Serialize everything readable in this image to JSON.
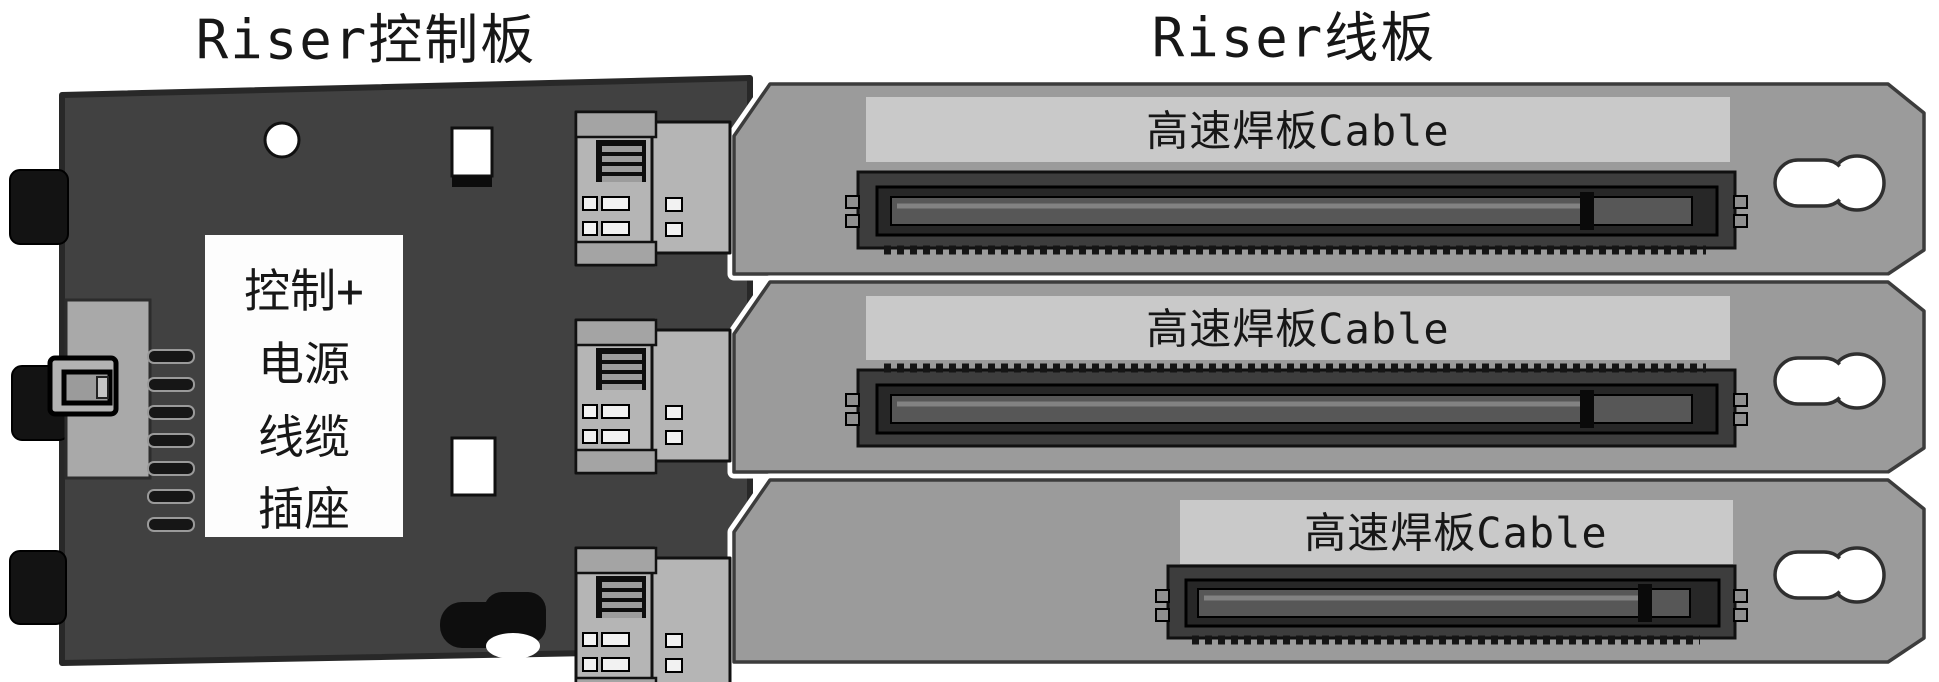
{
  "figure": {
    "title_left": "Riser控制板",
    "title_right": "Riser线板",
    "control_board": {
      "socket_label_lines": [
        "控制+",
        "电源",
        "线缆",
        "插座"
      ]
    },
    "cable_boards": [
      {
        "label": "高速焊板Cable"
      },
      {
        "label": "高速焊板Cable"
      },
      {
        "label": "高速焊板Cable"
      }
    ],
    "colors": {
      "board_dark": "#414141",
      "board_gray": "#9b9b9b",
      "banner_gray": "#c9c9c9",
      "slot_dark": "#3d3d3d",
      "connector_gray": "#b5b5b5",
      "outline_white": "#ffffff"
    }
  }
}
